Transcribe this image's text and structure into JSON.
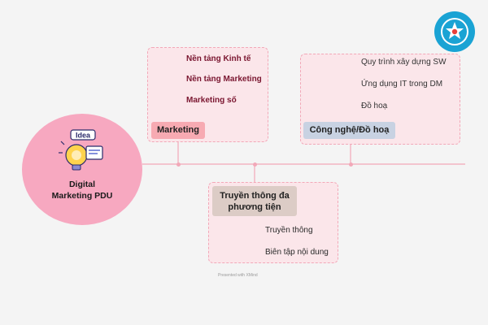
{
  "central_topic": {
    "line1": "Digital",
    "line2": "Marketing PDU",
    "badge_text": "Idea"
  },
  "branches": {
    "marketing": {
      "label": "Marketing",
      "items": [
        "Nền tảng Kinh tế",
        "Nền tảng Marketing",
        "Marketing số"
      ]
    },
    "tech": {
      "label": "Công nghệ/Đồ hoạ",
      "items": [
        "Quy trình xây dựng SW",
        "Ứng dụng IT trong DM",
        "Đồ hoạ"
      ]
    },
    "media": {
      "label_line1": "Truyền thông đa",
      "label_line2": "phương tiện",
      "items": [
        "Truyền thông",
        "Biên tập nội dung"
      ]
    }
  },
  "footer": {
    "credit": "Presented with XMind"
  },
  "colors": {
    "background": "#f4f4f4",
    "central": "#f7a8c0",
    "group_fill": "#fbe6ea",
    "group_border": "#f2a8b8",
    "marketing_tag": "#f7aab2",
    "tech_tag": "#c8d2e2",
    "media_tag": "#dcccc6",
    "logo": "#1aa3d4"
  }
}
